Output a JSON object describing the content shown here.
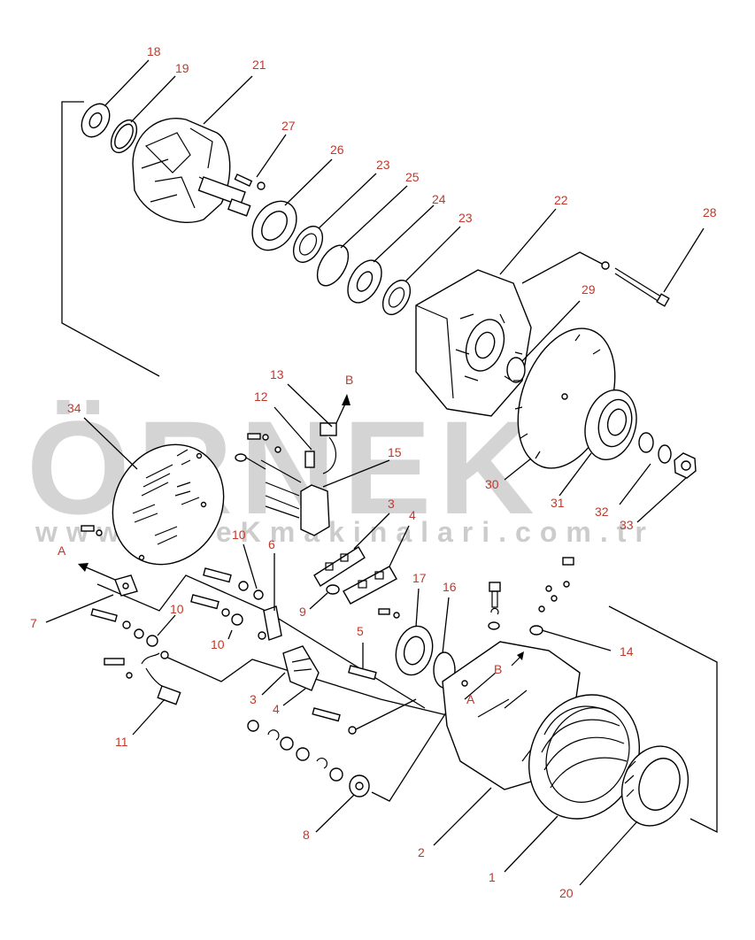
{
  "watermark": {
    "brand": "ÖRNEK",
    "url": "www.orneKmakinalari.com.tr",
    "accent_color": "#f2c94c",
    "text_color": "#d4d4d4"
  },
  "label_color": "#c0392b",
  "callouts": [
    "18",
    "19",
    "21",
    "27",
    "26",
    "23",
    "25",
    "24",
    "23",
    "22",
    "28",
    "29",
    "13",
    "B",
    "12",
    "34",
    "15",
    "3",
    "4",
    "30",
    "31",
    "32",
    "33",
    "10",
    "6",
    "A",
    "17",
    "16",
    "7",
    "9",
    "10",
    "5",
    "14",
    "B",
    "A",
    "10",
    "3",
    "4",
    "11",
    "8",
    "2",
    "1",
    "20"
  ]
}
